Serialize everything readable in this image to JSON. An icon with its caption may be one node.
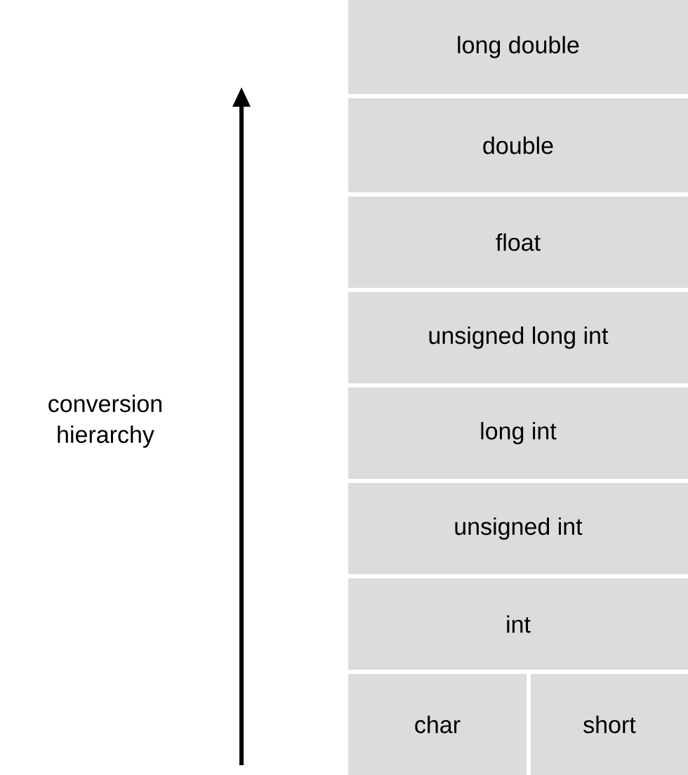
{
  "diagram": {
    "nodes": [
      {
        "text": [
          "long double"
        ]
      },
      {
        "text": [
          "double"
        ]
      },
      {
        "text": [
          "float"
        ]
      },
      {
        "text": [
          "unsigned long int"
        ]
      },
      {
        "text": [
          "long int"
        ]
      },
      {
        "text": [
          "unsigned int"
        ]
      },
      {
        "text": [
          "int"
        ]
      },
      {
        "text": [
          "char"
        ]
      },
      {
        "text": [
          "short"
        ]
      }
    ],
    "labels": [
      "conversion hierarchy"
    ]
  }
}
